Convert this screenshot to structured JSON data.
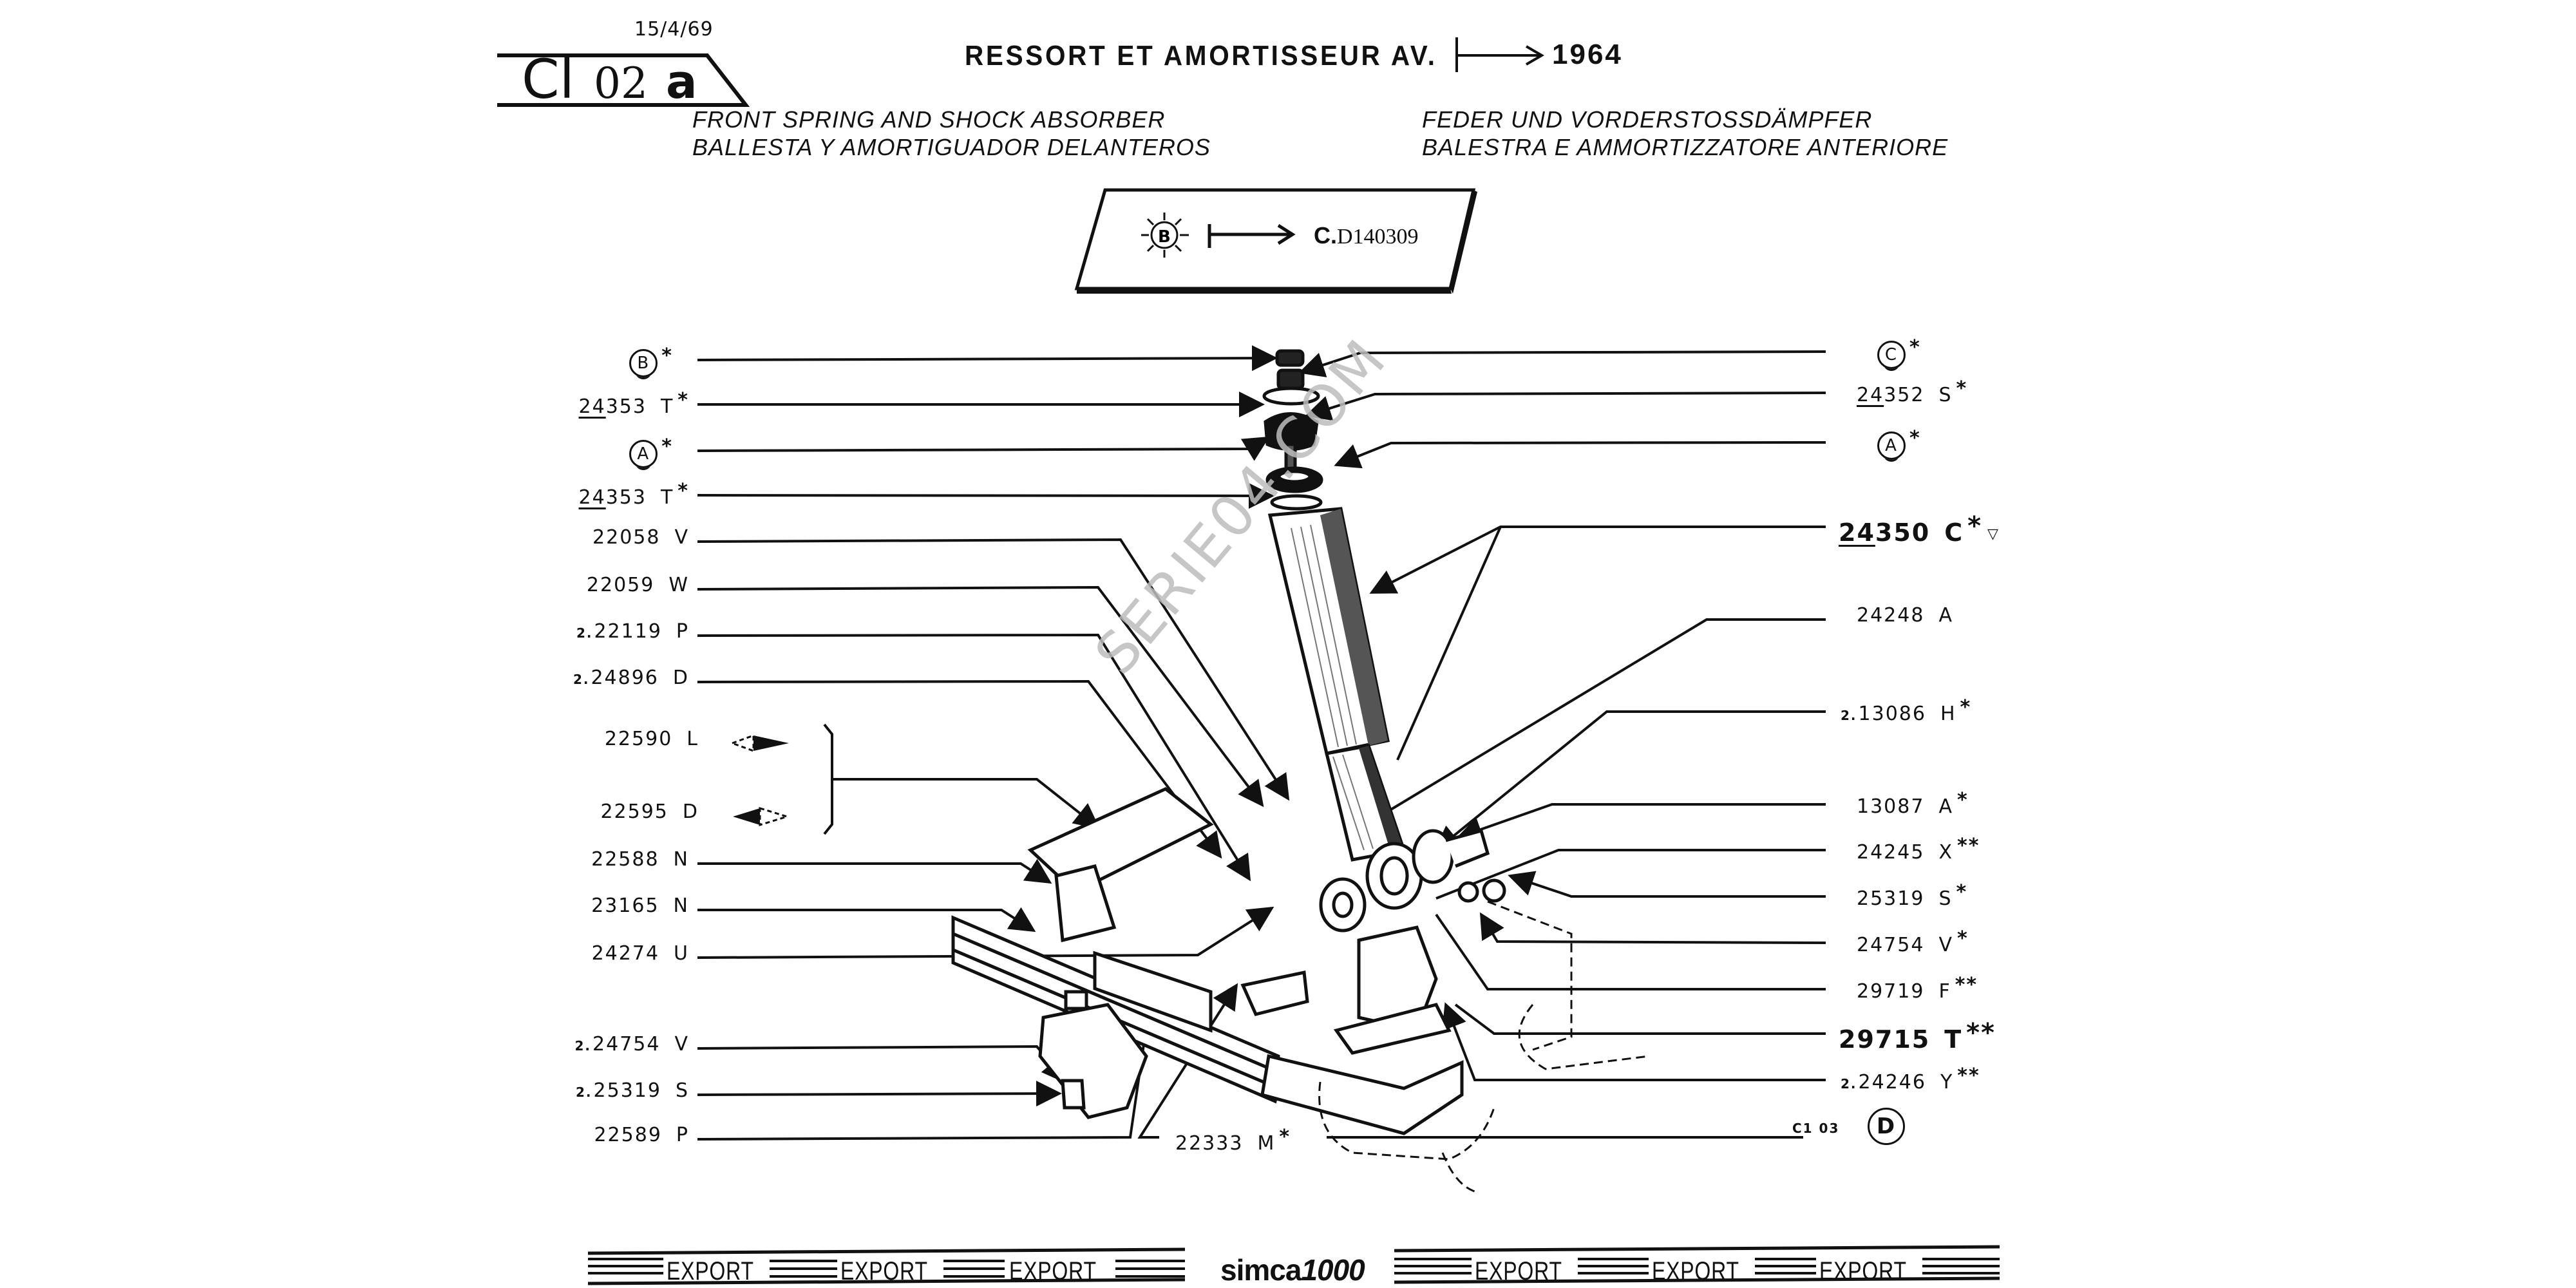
{
  "header": {
    "date": "15/4/69",
    "page_code": {
      "prefix": "Cl",
      "number": "02",
      "suffix": "a"
    },
    "title_fr": "RESSORT ET AMORTISSEUR AV.",
    "title_arrow_icon": "from-arrow-icon",
    "title_year": "1964",
    "subtitle_en": "FRONT SPRING AND SHOCK ABSORBER",
    "subtitle_es": "BALLESTA Y AMORTIGUADOR DELANTEROS",
    "subtitle_de": "FEDER UND VORDERSTOSSDÄMPFER",
    "subtitle_it": "BALESTRA E AMMORTIZZATORE ANTERIORE"
  },
  "stamp": {
    "badge_letter": "B",
    "badge_icon": "sunburst-circle-icon",
    "arrow_icon": "from-arrow-icon",
    "serial_prefix": "C.",
    "serial": "D140309"
  },
  "watermark": "SERIE04.COM",
  "left_labels": [
    {
      "type": "circle",
      "letter": "B",
      "star": "*"
    },
    {
      "prefix": "",
      "ul": "24",
      "rest": "353",
      "letter": "T",
      "star": "*"
    },
    {
      "type": "circle",
      "letter": "A",
      "star": "*"
    },
    {
      "prefix": "",
      "ul": "24",
      "rest": "353",
      "letter": "T",
      "star": "*"
    },
    {
      "prefix": "",
      "number": "22058",
      "letter": "V",
      "star": ""
    },
    {
      "prefix": "",
      "number": "22059",
      "letter": "W",
      "star": ""
    },
    {
      "prefix": "2.",
      "number": "22119",
      "letter": "P",
      "star": ""
    },
    {
      "prefix": "2.",
      "number": "24896",
      "letter": "D",
      "star": ""
    },
    {
      "prefix": "",
      "number": "22590",
      "letter": "L",
      "star": "",
      "side_icon": "left-hand-arrow-icon"
    },
    {
      "prefix": "",
      "number": "22595",
      "letter": "D",
      "star": "",
      "side_icon": "right-hand-arrow-icon"
    },
    {
      "prefix": "",
      "number": "22588",
      "letter": "N",
      "star": ""
    },
    {
      "prefix": "",
      "number": "23165",
      "letter": "N",
      "star": ""
    },
    {
      "prefix": "",
      "number": "24274",
      "letter": "U",
      "star": ""
    },
    {
      "prefix": "2.",
      "number": "24754",
      "letter": "V",
      "star": ""
    },
    {
      "prefix": "2.",
      "number": "25319",
      "letter": "S",
      "star": ""
    },
    {
      "prefix": "",
      "number": "22589",
      "letter": "P",
      "star": ""
    }
  ],
  "inline_label": {
    "number": "22333",
    "letter": "M",
    "star": "*"
  },
  "right_labels": [
    {
      "type": "circle",
      "letter": "C",
      "star": "*"
    },
    {
      "prefix": "",
      "ul": "24",
      "rest": "352",
      "letter": "S",
      "star": "*"
    },
    {
      "type": "circle",
      "letter": "A",
      "star": "*"
    },
    {
      "prefix": "",
      "ul": "24",
      "rest": "350",
      "letter": "C",
      "star": "*",
      "bold": true,
      "tri": "T"
    },
    {
      "prefix": "",
      "number": "24248",
      "letter": "A",
      "star": ""
    },
    {
      "prefix": "2.",
      "number": "13086",
      "letter": "H",
      "star": "*"
    },
    {
      "prefix": "",
      "number": "13087",
      "letter": "A",
      "star": "*"
    },
    {
      "prefix": "",
      "number": "24245",
      "letter": "X",
      "star": "**"
    },
    {
      "prefix": "",
      "number": "25319",
      "letter": "S",
      "star": "*"
    },
    {
      "prefix": "",
      "number": "24754",
      "letter": "V",
      "star": "*"
    },
    {
      "prefix": "",
      "number": "29719",
      "letter": "F",
      "star": "**"
    },
    {
      "prefix": "",
      "number": "29715",
      "letter": "T",
      "star": "**",
      "bold": true
    },
    {
      "prefix": "2.",
      "number": "24246",
      "letter": "Y",
      "star": "**"
    }
  ],
  "cross_ref": {
    "code": "C1 03",
    "circle_letter": "D"
  },
  "footer": {
    "export_label": "EXPORT",
    "brand_name": "simca",
    "brand_model": "1000"
  }
}
